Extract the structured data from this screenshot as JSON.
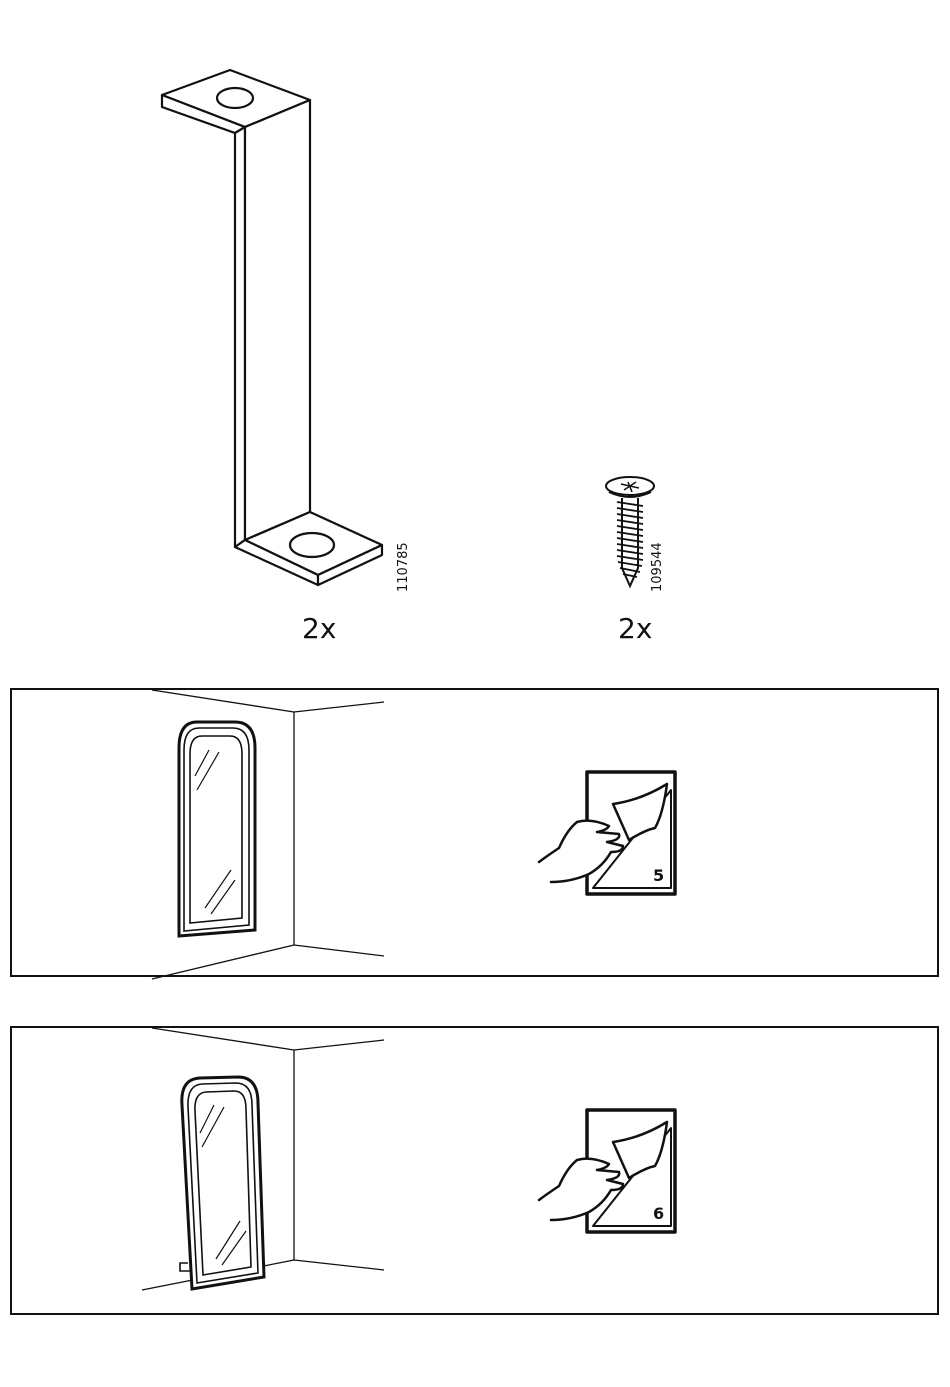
{
  "parts": [
    {
      "part_number": "110785",
      "quantity": "2x",
      "icon": "l-bracket-icon"
    },
    {
      "part_number": "109544",
      "quantity": "2x",
      "icon": "screw-icon"
    }
  ],
  "steps": [
    {
      "sticker_number": "5",
      "icon": "peel-sticker-icon",
      "scene": "mirror-wall-mounted"
    },
    {
      "sticker_number": "6",
      "icon": "peel-sticker-icon",
      "scene": "mirror-leaning"
    }
  ]
}
